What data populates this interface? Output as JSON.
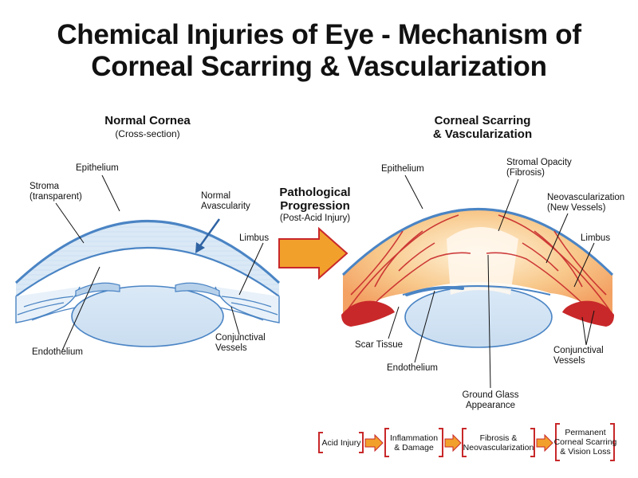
{
  "title": {
    "line1": "Chemical Injuries of Eye - Mechanism of",
    "line2": "Corneal Scarring & Vascularization"
  },
  "left_panel": {
    "title": "Normal Cornea",
    "subtitle": "(Cross-section)",
    "labels": {
      "epithelium": "Epithelium",
      "stroma_1": "Stroma",
      "stroma_2": "(transparent)",
      "avascularity_1": "Normal",
      "avascularity_2": "Avascularity",
      "limbus": "Limbus",
      "endothelium": "Endothelium",
      "conj_1": "Conjunctival",
      "conj_2": "Vessels"
    }
  },
  "middle": {
    "title_1": "Pathological",
    "title_2": "Progression",
    "subtitle": "(Post-Acid Injury)",
    "arrow_color": "#f2a02c"
  },
  "right_panel": {
    "title_1": "Corneal Scarring",
    "title_2": "& Vascularization",
    "labels": {
      "epithelium": "Epithelium",
      "opacity_1": "Stromal Opacity",
      "opacity_2": "(Fibrosis)",
      "neo_1": "Neovascularization",
      "neo_2": "(New Vessels)",
      "limbus": "Limbus",
      "scar": "Scar Tissue",
      "endothelium": "Endothelium",
      "ground_1": "Ground Glass",
      "ground_2": "Appearance",
      "conj_1": "Conjunctival",
      "conj_2": "Vessels"
    }
  },
  "flow": {
    "steps": [
      {
        "line1": "Acid Injury",
        "line2": "",
        "line3": ""
      },
      {
        "line1": "Inflammation",
        "line2": "& Damage",
        "line3": ""
      },
      {
        "line1": "Fibrosis &",
        "line2": "Neovascularization",
        "line3": ""
      },
      {
        "line1": "Permanent",
        "line2": "Corneal Scarring",
        "line3": "& Vision Loss"
      }
    ]
  },
  "colors": {
    "cornea_blue": "#4a84c4",
    "stroma_light": "#dbe9f6",
    "vessel_red": "#c8282a",
    "scar_orange": "#f08a3c",
    "bracket_red": "#c8282a",
    "flow_arrow": "#f2a02c"
  }
}
